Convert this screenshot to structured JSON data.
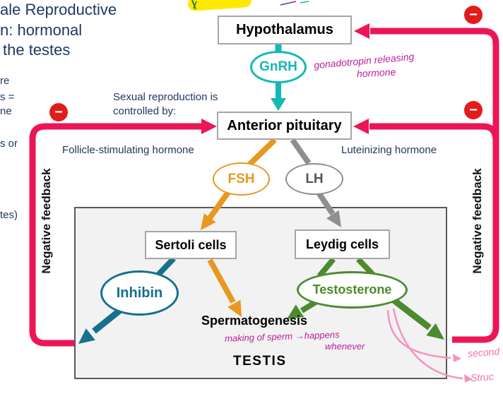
{
  "palette": {
    "navy": "#1F3864",
    "teal": "#14B8B4",
    "orange": "#E8981F",
    "gray": "#8F8F8F",
    "green": "#4C8A2F",
    "dark_teal": "#16708E",
    "pink_feedback": "#EC1656",
    "red_badge": "#E21B1B",
    "magenta_ink": "#BB1F9A",
    "pink_ink": "#F693C0",
    "highlight_yellow": "#FFE800"
  },
  "slide": {
    "title_lines": [
      "ale Reproductive",
      "n: hormonal",
      "the testes"
    ],
    "left_fragments": [
      "re",
      "s =",
      "ne",
      "s or",
      "tes)"
    ],
    "caption_line1": "Sexual reproduction is",
    "caption_line2": "controlled by:"
  },
  "diagram": {
    "nodes": {
      "hypothalamus": "Hypothalamus",
      "anterior_pituitary": "Anterior pituitary",
      "sertoli": "Sertoli cells",
      "leydig": "Leydig cells",
      "gnrh": "GnRH",
      "fsh": "FSH",
      "lh": "LH",
      "inhibin": "Inhibin",
      "testosterone": "Testosterone",
      "spermatogenesis": "Spermatogenesis",
      "testis": "TESTIS"
    },
    "labels": {
      "fsh_full": "Follicle-stimulating hormone",
      "lh_full": "Luteinizing hormone",
      "negative_feedback_left": "Negative feedback",
      "negative_feedback_right": "Negative feedback",
      "minus": "−"
    }
  },
  "annotations": {
    "gnrh_line1": "gonadotropin releasing",
    "gnrh_line2": "hormone",
    "sperm_line1": "making  of  sperm →happens",
    "sperm_line2": "whenever",
    "second": "second",
    "struc": "Struc"
  }
}
